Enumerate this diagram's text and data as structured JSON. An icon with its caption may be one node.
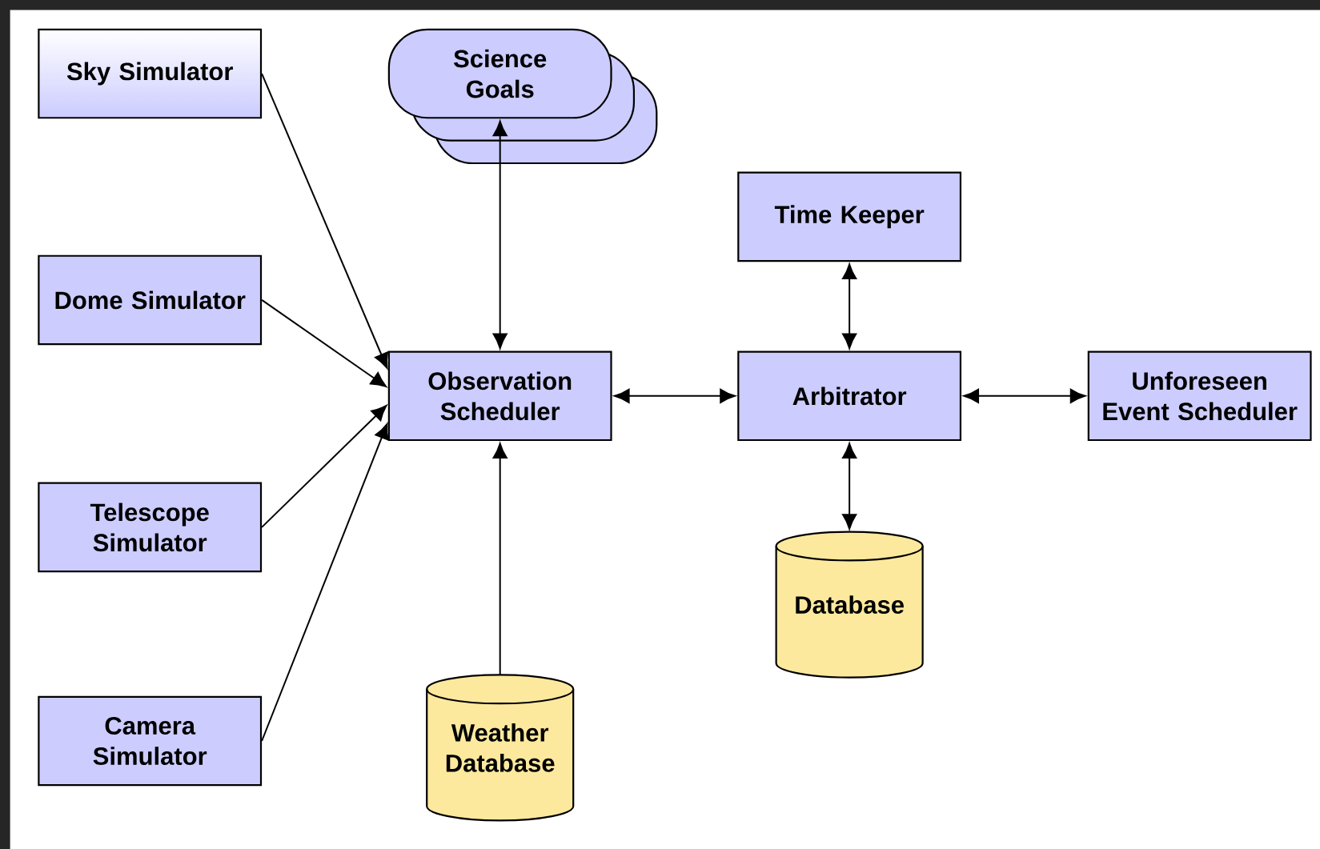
{
  "diagram": {
    "nodes": [
      {
        "text": [
          "Sky Simulator"
        ]
      },
      {
        "text": [
          "Science Goals"
        ]
      },
      {
        "text": [
          "Dome Simulator"
        ]
      },
      {
        "text": [
          "Time Keeper"
        ]
      },
      {
        "text": [
          "Observation Scheduler"
        ]
      },
      {
        "text": [
          "Arbitrator"
        ]
      },
      {
        "text": [
          "Unforeseen Event Scheduler"
        ]
      },
      {
        "text": [
          "Telescope Simulator"
        ]
      },
      {
        "text": [
          "Database"
        ]
      },
      {
        "text": [
          "Camera Simulator"
        ]
      },
      {
        "text": [
          "Weather Database"
        ]
      }
    ],
    "edges": [
      {
        "from": 0,
        "to": 4,
        "arrow": "to"
      },
      {
        "from": 1,
        "to": 4,
        "arrow": "both"
      },
      {
        "from": 2,
        "to": 4,
        "arrow": "to"
      },
      {
        "from": 3,
        "to": 5,
        "arrow": "both"
      },
      {
        "from": 4,
        "to": 5,
        "arrow": "both"
      },
      {
        "from": 5,
        "to": 6,
        "arrow": "both"
      },
      {
        "from": 7,
        "to": 4,
        "arrow": "to"
      },
      {
        "from": 5,
        "to": 8,
        "arrow": "both"
      },
      {
        "from": 9,
        "to": 4,
        "arrow": "to"
      },
      {
        "from": 10,
        "to": 4,
        "arrow": "to"
      }
    ]
  }
}
